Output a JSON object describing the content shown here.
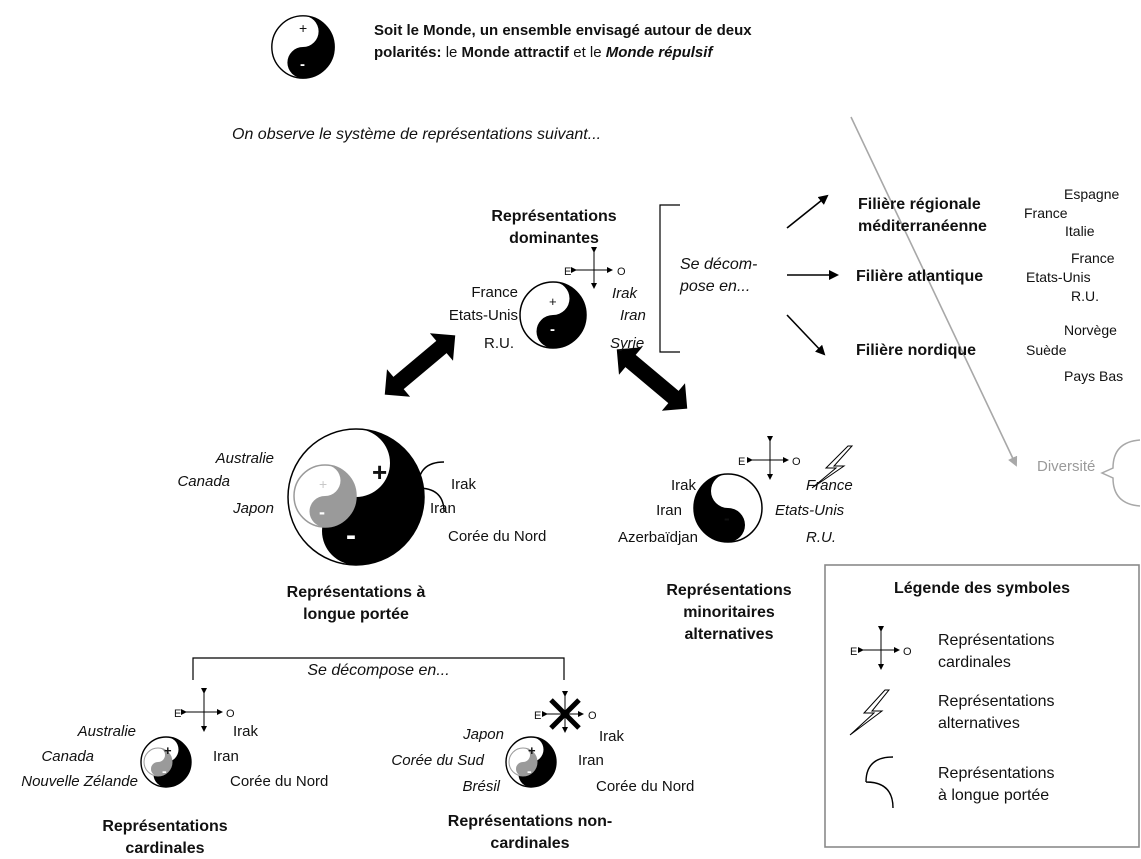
{
  "intro": {
    "line1": "Soit le Monde, un ensemble envisagé autour de deux",
    "line2_part1": "polarités:",
    "line2_part2": "le",
    "line2_part3": "Monde attractif",
    "line2_part4": "et le",
    "line2_part5": "Monde répulsif"
  },
  "observe": "On observe le système de représentations suivant...",
  "dominant": {
    "title_l1": "Représentations",
    "title_l2": "dominantes",
    "left": [
      "France",
      "Etats-Unis",
      "R.U."
    ],
    "right": [
      "Irak",
      "Iran",
      "Syrie"
    ],
    "decompose_l1": "Se décom-",
    "decompose_l2": "pose en..."
  },
  "filieres": [
    {
      "title_l1": "Filière régionale",
      "title_l2": "méditerranéenne",
      "countries": [
        "Espagne",
        "France",
        "Italie"
      ]
    },
    {
      "title_l1": "Filière atlantique",
      "countries": [
        "France",
        "Etats-Unis",
        "R.U."
      ]
    },
    {
      "title_l1": "Filière nordique",
      "countries": [
        "Norvège",
        "Suède",
        "Pays Bas"
      ]
    }
  ],
  "diversite": "Diversité",
  "long_range": {
    "left": [
      "Australie",
      "Canada",
      "Japon"
    ],
    "right": [
      "Irak",
      "Iran",
      "Corée du Nord"
    ],
    "title_l1": "Représentations à",
    "title_l2": "longue portée",
    "decompose": "Se décompose en..."
  },
  "minority": {
    "left": [
      "Irak",
      "Iran",
      "Azerbaïdjan"
    ],
    "right": [
      "France",
      "Etats-Unis",
      "R.U."
    ],
    "title_l1": "Représentations",
    "title_l2": "minoritaires",
    "title_l3": "alternatives"
  },
  "cardinal": {
    "left": [
      "Australie",
      "Canada",
      "Nouvelle Zélande"
    ],
    "right": [
      "Irak",
      "Iran",
      "Corée du Nord"
    ],
    "title_l1": "Représentations",
    "title_l2": "cardinales"
  },
  "noncardinal": {
    "left": [
      "Japon",
      "Corée du Sud",
      "Brésil"
    ],
    "right": [
      "Irak",
      "Iran",
      "Corée du Nord"
    ],
    "title_l1": "Représentations non-",
    "title_l2": "cardinales"
  },
  "compass": {
    "east": "E",
    "west": "O"
  },
  "signs": {
    "plus": "+",
    "minus": "-"
  },
  "legend": {
    "title": "Légende des symboles",
    "items": [
      {
        "icon": "compass-icon",
        "l1": "Représentations",
        "l2": "cardinales"
      },
      {
        "icon": "lightning-icon",
        "l1": "Représentations",
        "l2": "alternatives"
      },
      {
        "icon": "bracket-icon",
        "l1": "Représentations",
        "l2": "à longue portée"
      }
    ]
  }
}
